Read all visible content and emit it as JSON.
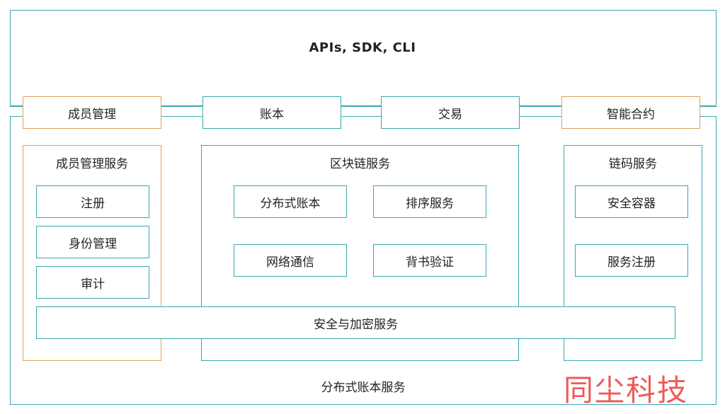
{
  "api_layer": {
    "label": "APIs, SDK, CLI"
  },
  "top_modules": [
    "成员管理",
    "账本",
    "交易",
    "智能合约"
  ],
  "membership_service": {
    "title": "成员管理服务",
    "items": [
      "注册",
      "身份管理",
      "审计"
    ]
  },
  "blockchain_service": {
    "title": "区块链服务",
    "items": [
      "分布式账本",
      "排序服务",
      "网络通信",
      "背书验证"
    ]
  },
  "chaincode_service": {
    "title": "链码服务",
    "items": [
      "安全容器",
      "服务注册"
    ]
  },
  "security_service": {
    "label": "安全与加密服务"
  },
  "ledger_service": {
    "label": "分布式账本服务"
  },
  "watermark": {
    "text": "同尘科技"
  },
  "colors": {
    "teal": "#3aa8b2",
    "orange": "#e0a060",
    "watermark": "#ee5a5a"
  }
}
